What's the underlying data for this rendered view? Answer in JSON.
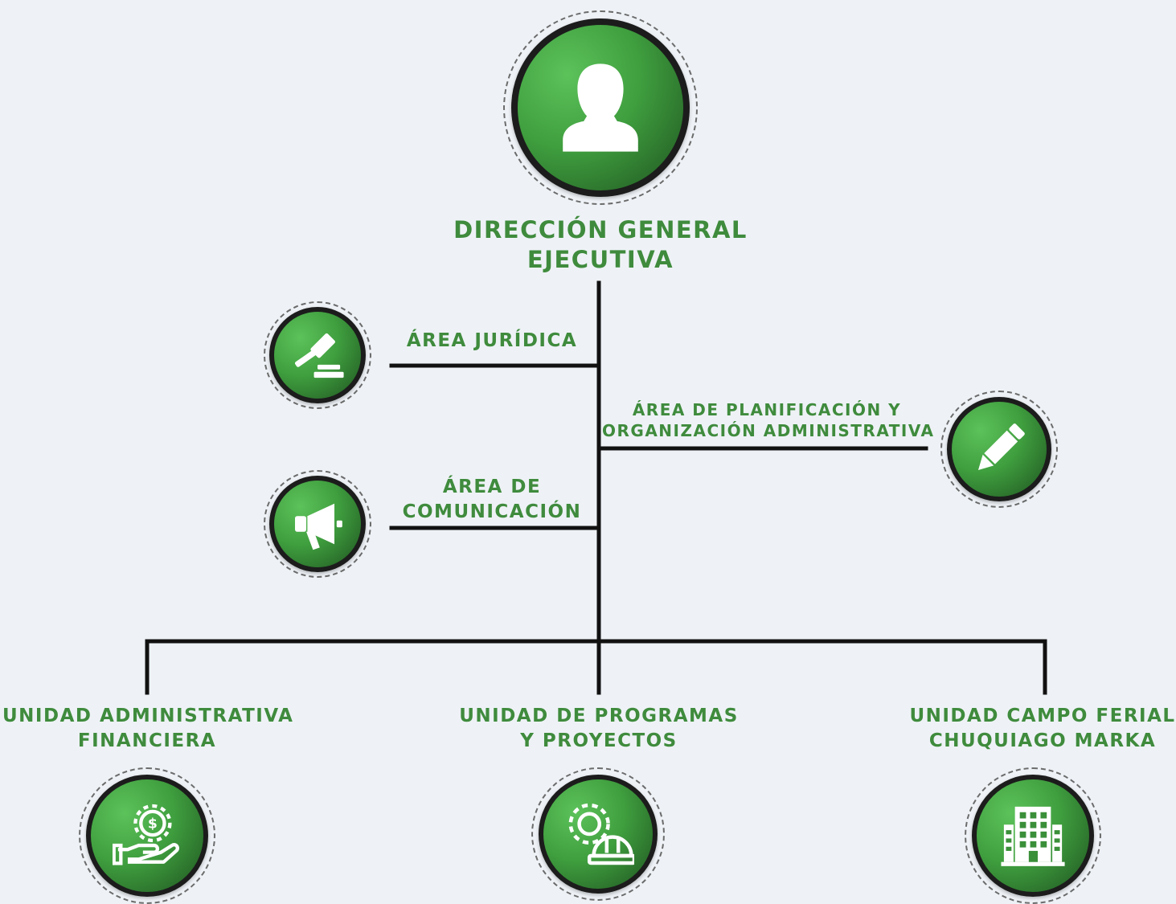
{
  "colors": {
    "accent": "#3f8b3d",
    "connector": "#111111",
    "background": "#eef2f6"
  },
  "top": {
    "icon": "person-icon",
    "label_line1": "DIRECCIÓN GENERAL",
    "label_line2": "EJECUTIVA"
  },
  "areas": {
    "juridica": {
      "icon": "gavel-icon",
      "label": "ÁREA JURÍDICA"
    },
    "planificacion": {
      "icon": "pencil-icon",
      "label_line1": "ÁREA DE PLANIFICACIÓN Y",
      "label_line2": "ORGANIZACIÓN ADMINISTRATIVA"
    },
    "comunicacion": {
      "icon": "megaphone-icon",
      "label_line1": "ÁREA DE",
      "label_line2": "COMUNICACIÓN"
    }
  },
  "units": [
    {
      "icon": "money-gear-hand-icon",
      "label_line1": "UNIDAD ADMINISTRATIVA",
      "label_line2": "FINANCIERA"
    },
    {
      "icon": "gear-helmet-icon",
      "label_line1": "UNIDAD DE PROGRAMAS",
      "label_line2": "Y PROYECTOS"
    },
    {
      "icon": "building-icon",
      "label_line1": "UNIDAD CAMPO FERIAL",
      "label_line2": "CHUQUIAGO MARKA"
    }
  ]
}
